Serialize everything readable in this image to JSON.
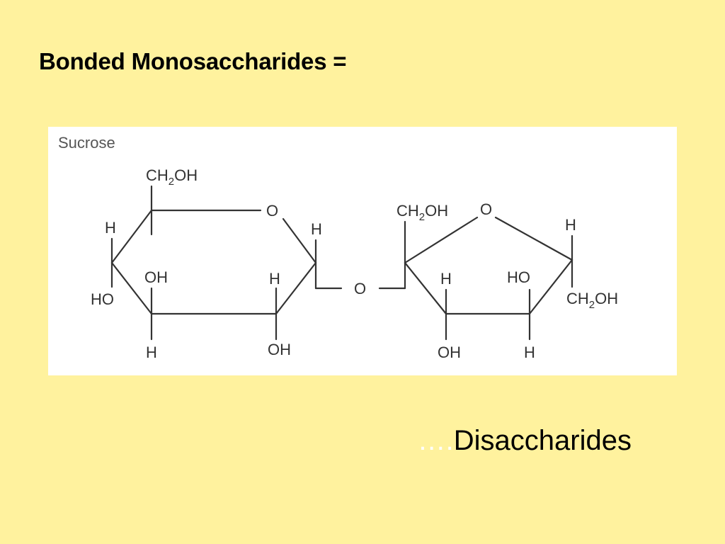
{
  "slide": {
    "title": "Bonded Monosaccharides =",
    "subtitle_dots": "….",
    "subtitle": "Disaccharides"
  },
  "figure": {
    "label": "Sucrose",
    "atoms": {
      "glucose_ch2oh": "CH",
      "glucose_ch2oh_sub": "2",
      "glucose_ch2oh_end": "OH",
      "glucose_ring_o": "O",
      "glucose_h_c5": "H",
      "glucose_h_c1": "H",
      "glucose_ho_c4": "HO",
      "glucose_oh_c3": "OH",
      "glucose_h_c2": "H",
      "glucose_h_c3": "H",
      "glucose_oh_c2": "OH",
      "glycosidic_o": "O",
      "fructose_ch2oh": "CH",
      "fructose_ch2oh_sub": "2",
      "fructose_ch2oh_end": "OH",
      "fructose_ring_o": "O",
      "fructose_h_c5": "H",
      "fructose_h_c3": "H",
      "fructose_ho_c4": "HO",
      "fructose_ch2oh_b": "CH",
      "fructose_ch2oh_b_sub": "2",
      "fructose_ch2oh_b_end": "OH",
      "fructose_oh_c3": "OH",
      "fructose_h_c4": "H"
    },
    "colors": {
      "background": "#fff29e",
      "panel": "#ffffff",
      "ink": "#333333"
    }
  }
}
